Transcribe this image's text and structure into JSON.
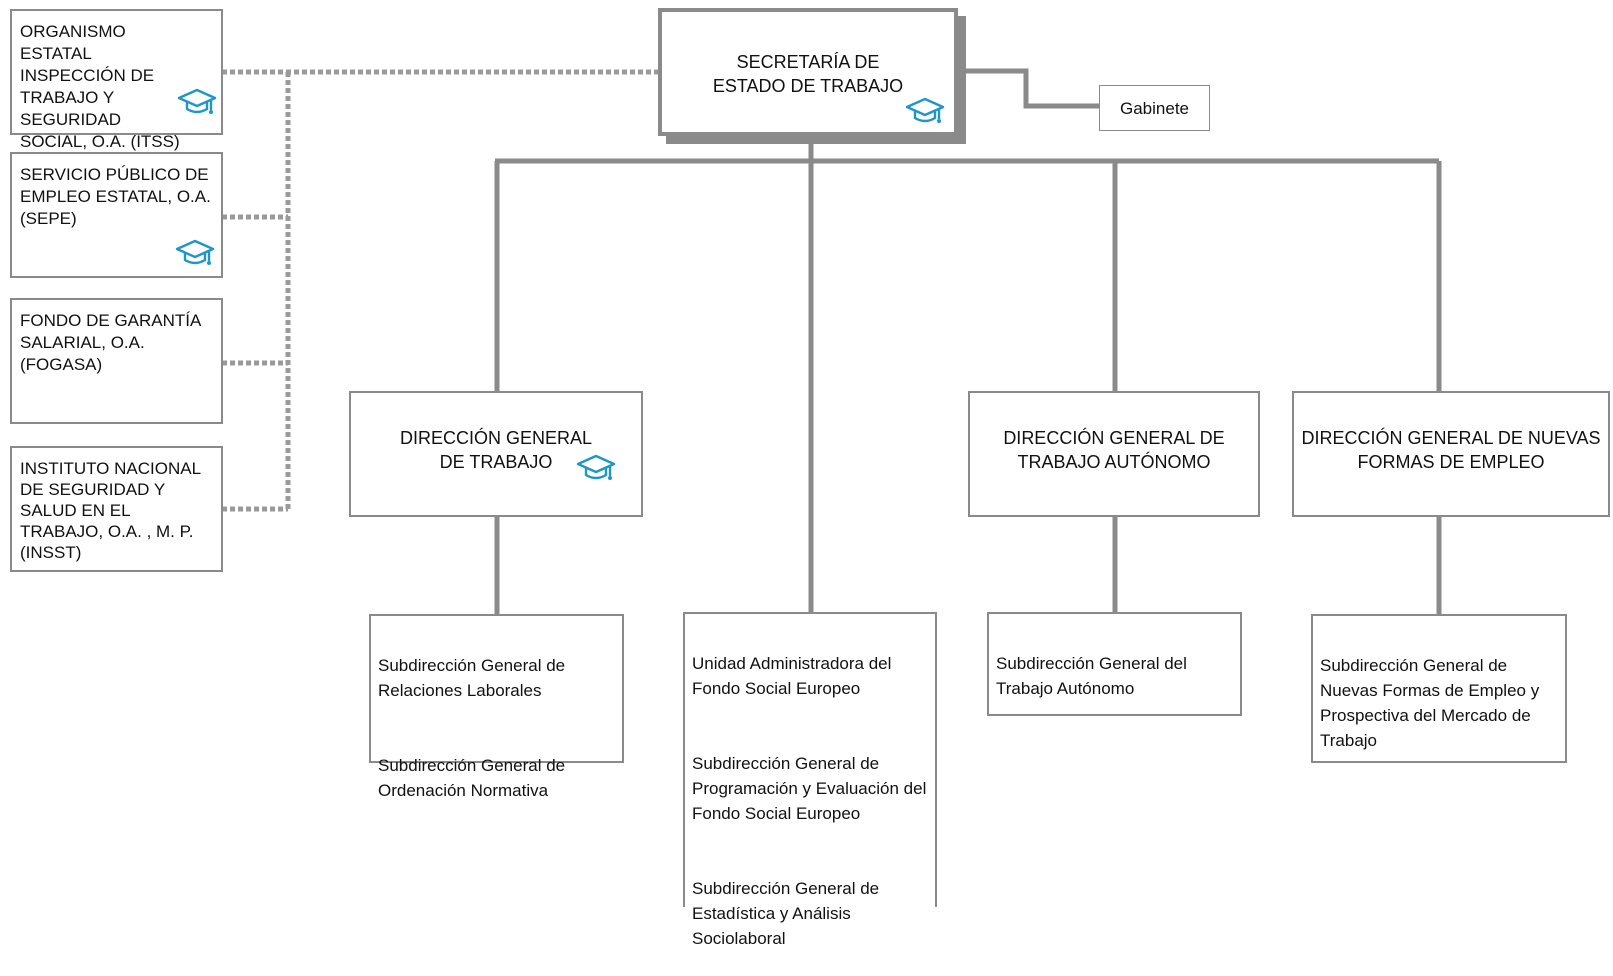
{
  "colors": {
    "line": "#8a8a8a",
    "dotted": "#9a9a9a",
    "icon": "#1e96c8",
    "text": "#111111"
  },
  "root": {
    "title": "SECRETARÍA DE ESTADO DE TRABAJO",
    "icon": "graduation-cap-icon"
  },
  "gabinete": {
    "label": "Gabinete"
  },
  "agencies": [
    {
      "label": "ORGANISMO ESTATAL INSPECCIÓN DE TRABAJO Y SEGURIDAD SOCIAL, O.A. (ITSS)",
      "icon": "graduation-cap-icon"
    },
    {
      "label": "SERVICIO PÚBLICO DE EMPLEO ESTATAL, O.A. (SEPE)",
      "icon": "graduation-cap-icon"
    },
    {
      "label": "FONDO DE GARANTÍA SALARIAL, O.A. (FOGASA)"
    },
    {
      "label": "INSTITUTO NACIONAL DE SEGURIDAD Y SALUD EN EL TRABAJO, O.A. , M. P. (INSST)"
    }
  ],
  "directorates": [
    {
      "label": "DIRECCIÓN GENERAL DE TRABAJO",
      "icon": "graduation-cap-icon"
    },
    {
      "label": "DIRECCIÓN GENERAL DE TRABAJO AUTÓNOMO"
    },
    {
      "label": "DIRECCIÓN GENERAL DE NUEVAS FORMAS DE EMPLEO"
    }
  ],
  "subunits": {
    "trabajo": [
      "Subdirección General de\nRelaciones Laborales",
      "Subdirección General de\nOrdenación Normativa"
    ],
    "fse": [
      "Unidad Administradora del\nFondo Social Europeo",
      "Subdirección General de\nProgramación y Evaluación del\nFondo Social Europeo",
      "Subdirección General de\nEstadística y Análisis\nSociolaboral"
    ],
    "autonomo": [
      "Subdirección General del\nTrabajo Autónomo"
    ],
    "nuevas_formas": [
      "Subdirección General de\nNuevas Formas de Empleo y\nProspectiva del Mercado de\nTrabajo"
    ]
  }
}
